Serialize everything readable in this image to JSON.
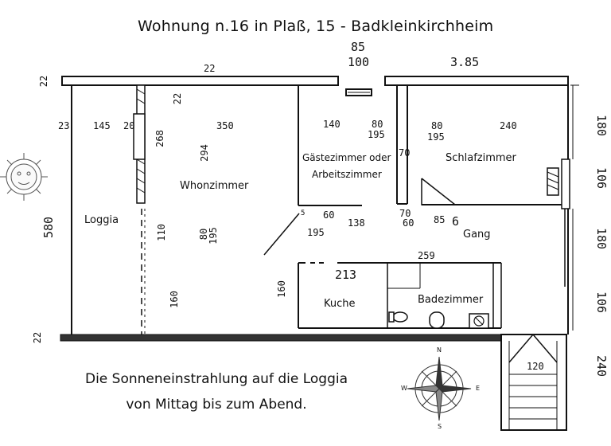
{
  "title": "Wohnung n.16 in Plaß, 15 - Badkleinkirchheim",
  "caption": {
    "line1": "Die Sonneneinstrahlung auf die Loggia",
    "line2": "von Mittag bis zum Abend."
  },
  "rooms": {
    "loggia": "Loggia",
    "wohnzimmer": "Whonzimmer",
    "gaestezimmer_line1": "Gästezimmer oder",
    "gaestezimmer_line2": "Arbeitszimmer",
    "schlafzimmer": "Schlafzimmer",
    "gang": "Gang",
    "kuche": "Kuche",
    "badezimmer": "Badezimmer"
  },
  "dimensions": {
    "top_85": "85",
    "top_100": "100",
    "top_385": "3.85",
    "top_22": "22",
    "left_22_top": "22",
    "left_22_bottom": "22",
    "left_23": "23",
    "left_580": "580",
    "loggia_145": "145",
    "loggia_20": "20",
    "door_268": "268",
    "wohn_22": "22",
    "wohn_350": "350",
    "wohn_294": "294",
    "wohn_110": "110",
    "wohn_80": "80",
    "wohn_195": "195",
    "wohn_160": "160",
    "kuche_160": "160",
    "gaeste_140": "140",
    "gaeste_80": "80",
    "gaeste_195": "195",
    "gaeste_70": "70",
    "schlaf_80": "80",
    "schlaf_195": "195",
    "schlaf_240": "240",
    "mid_5": "5",
    "mid_60": "60",
    "mid_138": "138",
    "mid_195": "195",
    "gang_70": "70",
    "gang_60": "60",
    "gang_85": "85",
    "gang_6": "6",
    "kuche_213": "213",
    "bad_259": "259",
    "stair_120": "120",
    "right_180_a": "180",
    "right_106_a": "106",
    "right_180_b": "180",
    "right_106_b": "106",
    "right_240": "240"
  },
  "compass": {
    "n": "N",
    "s": "S",
    "e": "E",
    "w": "W"
  }
}
